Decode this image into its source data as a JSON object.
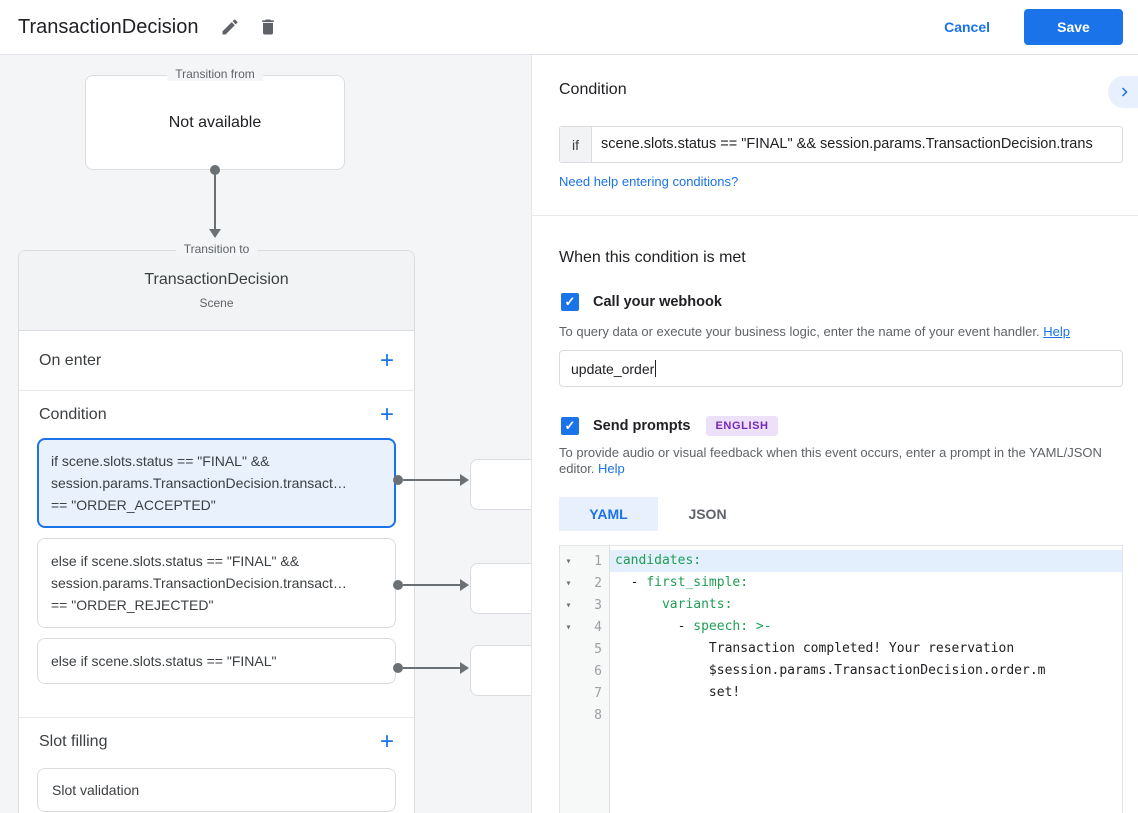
{
  "header": {
    "title": "TransactionDecision",
    "cancel_label": "Cancel",
    "save_label": "Save"
  },
  "icons": {
    "add": "+",
    "checked": "✓",
    "fold": "▾"
  },
  "canvas": {
    "transition_from": {
      "label": "Transition from",
      "value": "Not available"
    },
    "transition_to": {
      "label": "Transition to",
      "name": "TransactionDecision",
      "type": "Scene"
    },
    "sections": {
      "on_enter": "On enter",
      "condition": "Condition",
      "slot_filling": "Slot filling"
    },
    "condition_cards": [
      {
        "text": "if scene.slots.status == \"FINAL\" &&\nsession.params.TransactionDecision.transact…\n== \"ORDER_ACCEPTED\"",
        "selected": true
      },
      {
        "text": "else if scene.slots.status == \"FINAL\" &&\nsession.params.TransactionDecision.transact…\n== \"ORDER_REJECTED\"",
        "selected": false
      },
      {
        "text": "else if scene.slots.status == \"FINAL\"",
        "selected": false
      }
    ],
    "slot_validation_label": "Slot validation"
  },
  "panel": {
    "condition": {
      "heading": "Condition",
      "if_label": "if",
      "if_value": "scene.slots.status == \"FINAL\" && session.params.TransactionDecision.trans",
      "help_link": "Need help entering conditions?"
    },
    "when_met": {
      "heading": "When this condition is met",
      "webhook": {
        "label": "Call your webhook",
        "checked": true,
        "helper": "To query data or execute your business logic, enter the name of your event handler.",
        "help_link": "Help",
        "input_value": "update_order"
      },
      "prompts": {
        "label": "Send prompts",
        "badge": "ENGLISH",
        "checked": true,
        "helper": "To provide audio or visual feedback when this event occurs, enter a prompt in the YAML/JSON editor.",
        "help_link": "Help",
        "tabs": [
          {
            "label": "YAML",
            "active": true
          },
          {
            "label": "JSON",
            "active": false
          }
        ]
      }
    },
    "editor": {
      "lines": [
        {
          "num": 1,
          "fold": true,
          "active": true,
          "tokens": [
            {
              "t": "candidates:",
              "c": "key"
            }
          ]
        },
        {
          "num": 2,
          "fold": true,
          "active": false,
          "tokens": [
            {
              "t": "  - ",
              "c": "plain"
            },
            {
              "t": "first_simple:",
              "c": "key"
            }
          ]
        },
        {
          "num": 3,
          "fold": true,
          "active": false,
          "tokens": [
            {
              "t": "      ",
              "c": "plain"
            },
            {
              "t": "variants:",
              "c": "key"
            }
          ]
        },
        {
          "num": 4,
          "fold": true,
          "active": false,
          "tokens": [
            {
              "t": "        - ",
              "c": "plain"
            },
            {
              "t": "speech:",
              "c": "key"
            },
            {
              "t": " ",
              "c": "plain"
            },
            {
              "t": ">-",
              "c": "key"
            }
          ]
        },
        {
          "num": 5,
          "fold": false,
          "active": false,
          "tokens": [
            {
              "t": "            Transaction completed! Your reservation",
              "c": "plain"
            }
          ]
        },
        {
          "num": 6,
          "fold": false,
          "active": false,
          "tokens": [
            {
              "t": "            $session.params.TransactionDecision.order.m",
              "c": "plain"
            }
          ]
        },
        {
          "num": 7,
          "fold": false,
          "active": false,
          "tokens": [
            {
              "t": "            set!",
              "c": "plain"
            }
          ]
        },
        {
          "num": 8,
          "fold": false,
          "active": false,
          "tokens": []
        }
      ]
    }
  },
  "colors": {
    "accent": "#1a73e8",
    "badge_bg": "#ece1f9",
    "badge_text": "#7627bb",
    "syntax_key": "#1e9e53",
    "active_line_bg": "#e3effd",
    "canvas_bg": "#f4f5f7"
  }
}
